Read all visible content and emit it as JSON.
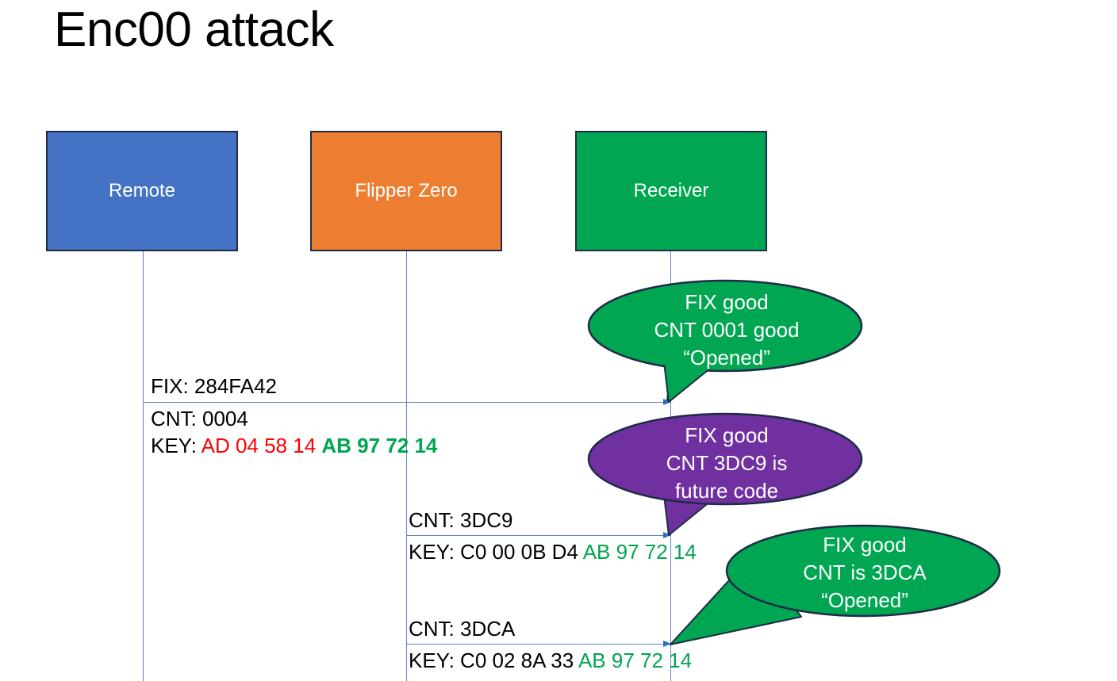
{
  "slide": {
    "title": "Enc00 attack"
  },
  "actors": [
    {
      "id": "remote",
      "label": "Remote",
      "color": "#4472C4"
    },
    {
      "id": "flipper",
      "label": "Flipper Zero",
      "color": "#ED7D31"
    },
    {
      "id": "receiver",
      "label": "Receiver",
      "color": "#00A651"
    }
  ],
  "messages": [
    {
      "id": "msg-1",
      "from": "remote",
      "to": "receiver",
      "above_label": "FIX: 284FA42",
      "below_line1": "CNT: 0004",
      "below_key_prefix": "KEY: ",
      "below_key_red": "AD 04 58 14",
      "below_key_green": "AB 97 72 14"
    },
    {
      "id": "msg-2",
      "from": "flipper",
      "to": "receiver",
      "above_label": "CNT: 3DC9",
      "below_key_prefix": "KEY: C0 00 0B D4 ",
      "below_key_green": "AB 97 72 14"
    },
    {
      "id": "msg-3",
      "from": "flipper",
      "to": "receiver",
      "above_label": "CNT: 3DCA",
      "below_key_prefix": "KEY: C0 02 8A 33 ",
      "below_key_green": "AB 97 72 14"
    }
  ],
  "callouts": [
    {
      "id": "callout-1",
      "fill": "#00A651",
      "lines": [
        "FIX good",
        "CNT 0001 good",
        "“Opened”"
      ]
    },
    {
      "id": "callout-2",
      "fill": "#7030A0",
      "lines": [
        "FIX good",
        "CNT 3DC9 is",
        "future code"
      ]
    },
    {
      "id": "callout-3",
      "fill": "#00A651",
      "lines": [
        "FIX good",
        "CNT is 3DCA",
        "“Opened”"
      ]
    }
  ],
  "colors": {
    "red_key": "#FF0000",
    "green_key": "#00A550",
    "lifeline": "#5B84C4",
    "border": "#1F2B46"
  }
}
